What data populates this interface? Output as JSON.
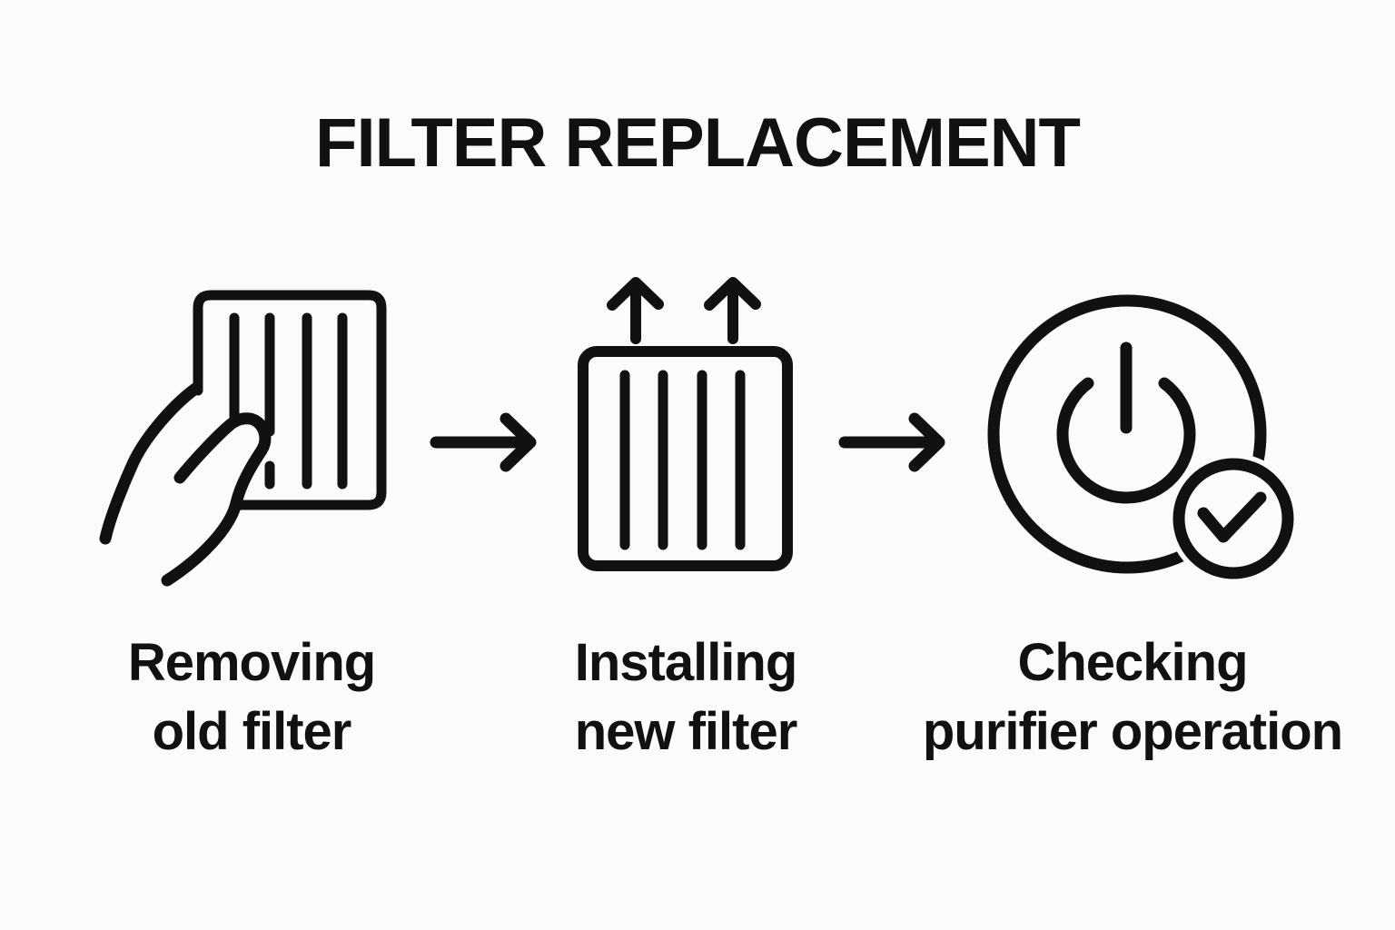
{
  "page": {
    "background_color": "#fbfbf9",
    "ink_color": "#111111"
  },
  "title": "FILTER REPLACEMENT",
  "steps": [
    {
      "icon": "hand-removing-filter-icon",
      "label_line1": "Removing",
      "label_line2": "old filter"
    },
    {
      "icon": "filter-with-up-arrows-icon",
      "label_line1": "Installing",
      "label_line2": "new filter"
    },
    {
      "icon": "power-button-check-icon",
      "label_line1": "Checking",
      "label_line2": "purifier operation"
    }
  ],
  "connectors": [
    {
      "icon": "right-arrow-icon"
    },
    {
      "icon": "right-arrow-icon"
    }
  ]
}
